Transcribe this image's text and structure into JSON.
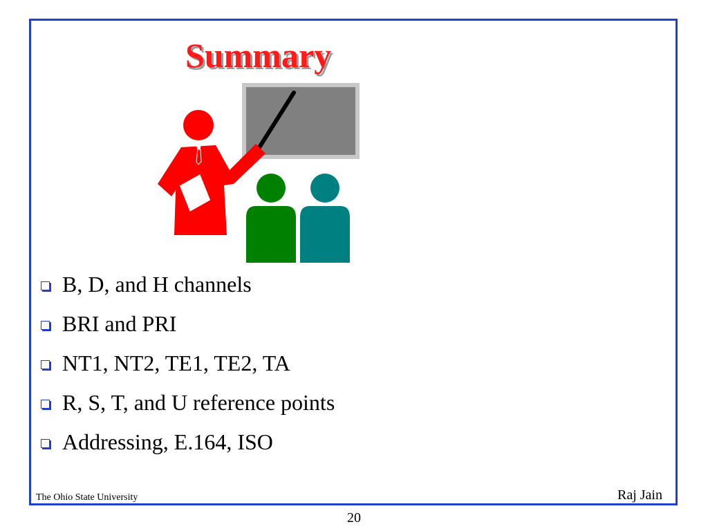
{
  "slide": {
    "title": "Summary",
    "bullets": [
      "B, D, and H channels",
      "BRI and PRI",
      "NT1, NT2, TE1, TE2, TA",
      "R, S, T, and U reference points",
      "Addressing, E.164, ISO"
    ],
    "footer_left": "The Ohio State University",
    "footer_right": "Raj Jain",
    "page_number": "20",
    "clipart_icon": "presenter-with-audience-icon"
  },
  "colors": {
    "border": "#1f3fcc",
    "title": "#ff1a1a",
    "title_shadow": "#9a9a9a",
    "presenter": "#ff0000",
    "audience_left": "#008000",
    "audience_right": "#008080",
    "board": "#808080",
    "bullet": "#1f3fcc"
  }
}
